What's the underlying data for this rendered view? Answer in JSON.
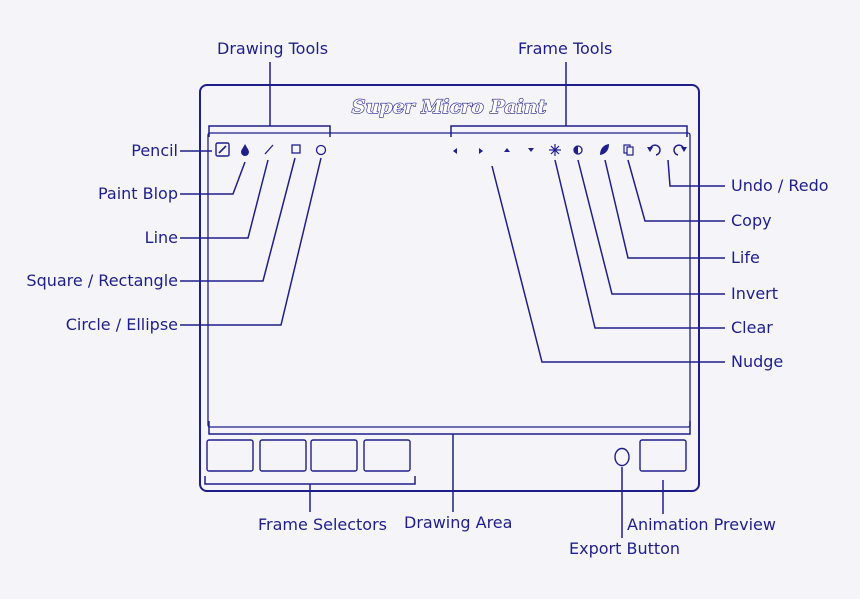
{
  "app": {
    "title": "Super Micro Paint"
  },
  "colors": {
    "ink": "#1e1e8c",
    "background": "#f5f5f9"
  },
  "groups": {
    "drawing_tools": "Drawing Tools",
    "frame_tools": "Frame Tools"
  },
  "tools_left": [
    {
      "icon": "pencil-icon",
      "label": "Pencil"
    },
    {
      "icon": "paint-blop-icon",
      "label": "Paint Blop"
    },
    {
      "icon": "line-icon",
      "label": "Line"
    },
    {
      "icon": "square-icon",
      "label": "Square / Rectangle"
    },
    {
      "icon": "circle-icon",
      "label": "Circle / Ellipse"
    }
  ],
  "tools_right": [
    {
      "icon": "undo-redo-icon",
      "label": "Undo / Redo"
    },
    {
      "icon": "copy-icon",
      "label": "Copy"
    },
    {
      "icon": "life-icon",
      "label": "Life"
    },
    {
      "icon": "invert-icon",
      "label": "Invert"
    },
    {
      "icon": "clear-icon",
      "label": "Clear"
    },
    {
      "icon": "nudge-arrows-icon",
      "label": "Nudge"
    }
  ],
  "bottom": {
    "frame_selectors": "Frame Selectors",
    "drawing_area": "Drawing Area",
    "export_button": "Export Button",
    "animation_preview": "Animation Preview"
  }
}
